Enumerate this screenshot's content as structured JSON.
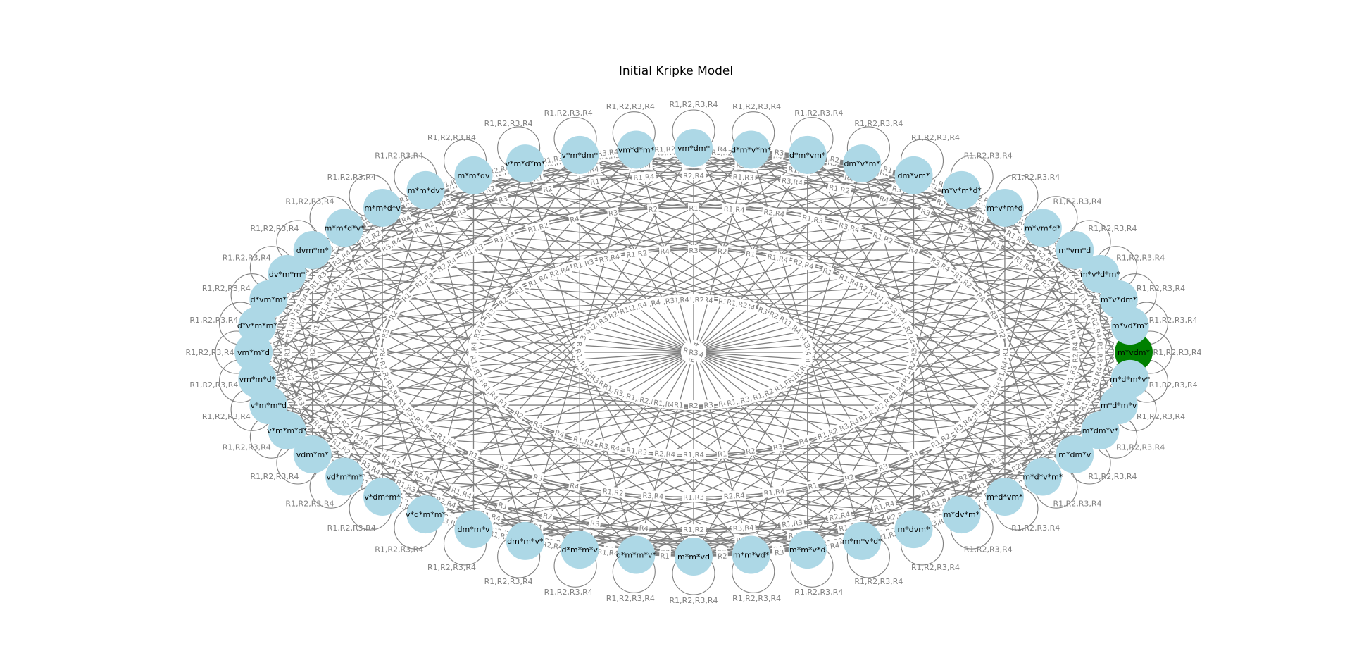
{
  "title": "Initial Kripke Model",
  "colors": {
    "node": "#add8e6",
    "actual_node": "#008000",
    "edge": "#808080",
    "label_bg": "#ffffff",
    "label_text": "#808080"
  },
  "reflexive_label": "R1,R2,R3,R4",
  "edge_labels": [
    "R1",
    "R2",
    "R3",
    "R4",
    "R1,R2",
    "R3,R4",
    "R1,R3",
    "R2,R4",
    "R1,R4"
  ],
  "actual_world": "m*vdm*",
  "worlds": [
    "m*vdm*",
    "m*vd*m*",
    "m*v*dm*",
    "m*v*d*m*",
    "m*vm*d",
    "m*vm*d*",
    "m*v*m*d",
    "m*v*m*d*",
    "dm*vm*",
    "dm*v*m*",
    "d*m*vm*",
    "d*m*v*m*",
    "vm*dm*",
    "vm*d*m*",
    "v*m*dm*",
    "v*m*d*m*",
    "m*m*dv",
    "m*m*dv*",
    "m*m*d*v",
    "m*m*d*v*",
    "dvm*m*",
    "dv*m*m*",
    "d*vm*m*",
    "d*v*m*m*",
    "vm*m*d",
    "vm*m*d*",
    "v*m*m*d",
    "v*m*m*d*",
    "vdm*m*",
    "vd*m*m*",
    "v*dm*m*",
    "v*d*m*m*",
    "dm*m*v",
    "dm*m*v*",
    "d*m*m*v",
    "d*m*m*v*",
    "m*m*vd",
    "m*m*vd*",
    "m*m*v*d",
    "m*m*v*d*",
    "m*dvm*",
    "m*dv*m*",
    "m*d*vm*",
    "m*d*v*m*",
    "m*dm*v",
    "m*dm*v*",
    "m*d*m*v",
    "m*d*m*v*"
  ]
}
